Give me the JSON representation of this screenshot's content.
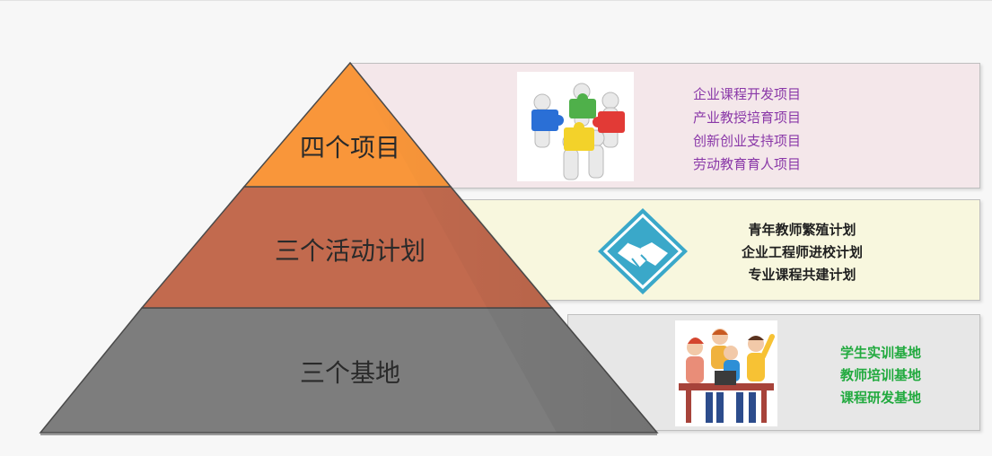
{
  "pyramid": {
    "tiers": [
      {
        "label": "四个项目",
        "color": "#f9963a",
        "box_color": "#f4e7ea",
        "text_color": "#8a38a8",
        "items": [
          "企业课程开发项目",
          "产业教授培育项目",
          "创新创业支持项目",
          "劳动教育育人项目"
        ],
        "icon": "puzzle-team-icon"
      },
      {
        "label": "三个活动计划",
        "color": "#c26a4e",
        "box_color": "#f8f7de",
        "text_color": "#1f1f1f",
        "items": [
          "青年教师繁殖计划",
          "企业工程师进校计划",
          "专业课程共建计划"
        ],
        "icon": "handshake-icon"
      },
      {
        "label": "三个基地",
        "color": "#7d7d7d",
        "box_color": "#e7e7e7",
        "text_color": "#22aa3f",
        "items": [
          "学生实训基地",
          "教师培训基地",
          "课程研发基地"
        ],
        "icon": "team-people-icon"
      }
    ]
  }
}
